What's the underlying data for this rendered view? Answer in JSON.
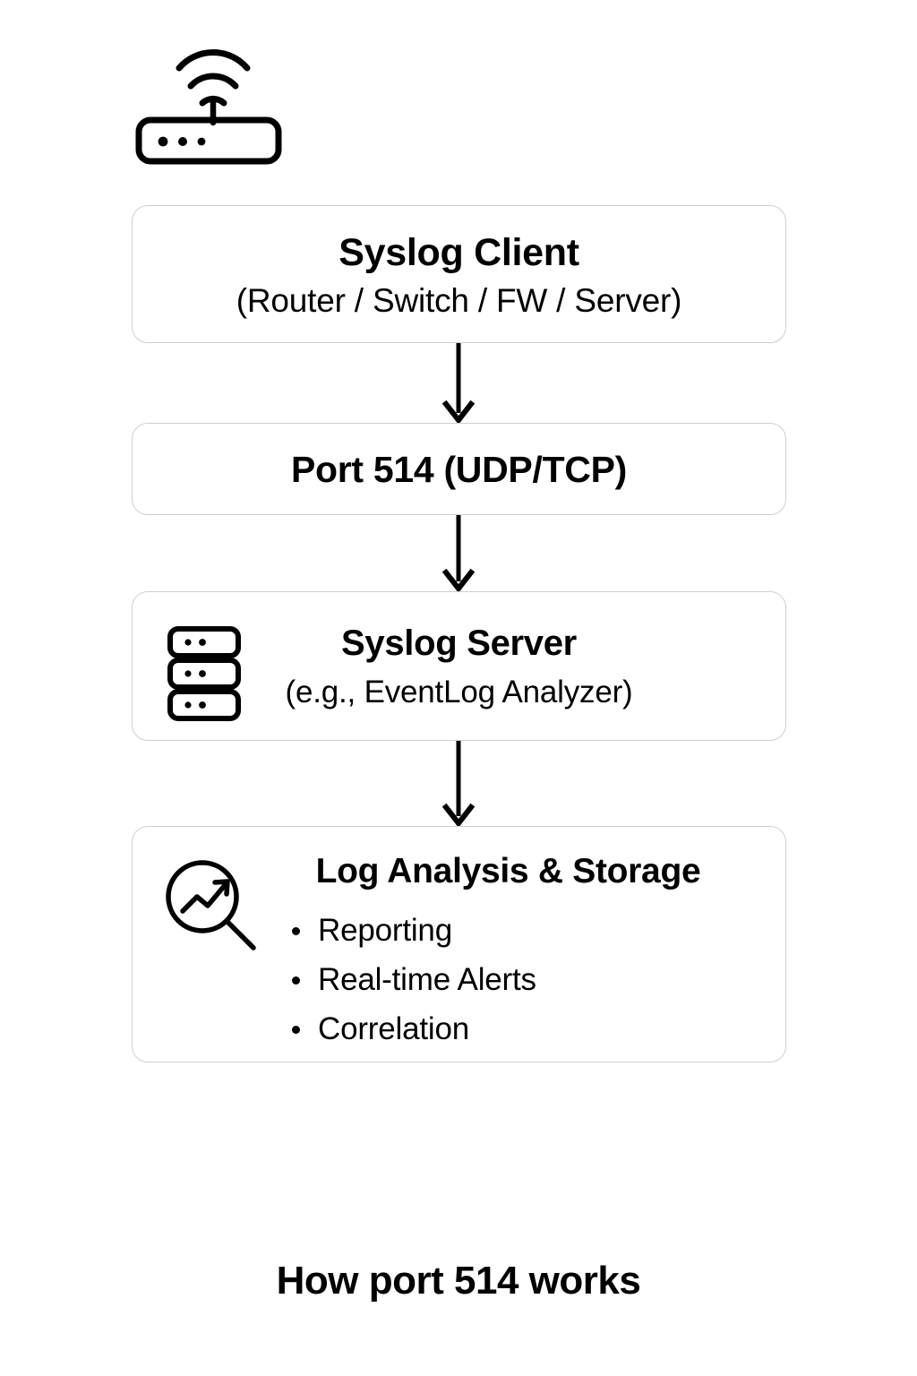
{
  "diagram": {
    "caption": "How port 514 works",
    "icons": {
      "router": "wifi-router-icon",
      "server": "server-rack-icon",
      "magnifier": "magnifier-trend-icon",
      "arrow": "down-arrow-icon"
    },
    "nodes": [
      {
        "id": "syslog-client",
        "title": "Syslog Client",
        "subtitle": "(Router / Switch / FW / Server)"
      },
      {
        "id": "port-514",
        "title": "Port 514 (UDP/TCP)",
        "subtitle": ""
      },
      {
        "id": "syslog-server",
        "title": "Syslog Server",
        "subtitle": "(e.g., EventLog Analyzer)"
      },
      {
        "id": "log-analysis-storage",
        "title": "Log Analysis & Storage",
        "bullets": [
          "Reporting",
          "Real-time Alerts",
          "Correlation"
        ]
      }
    ],
    "colors": {
      "background": "#ffffff",
      "box_border": "#cfcfcf",
      "text": "#000000",
      "stroke": "#000000"
    }
  }
}
